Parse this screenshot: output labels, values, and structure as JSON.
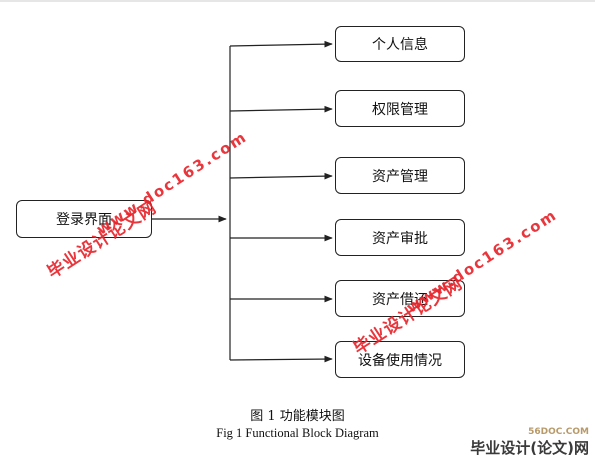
{
  "diagram": {
    "root": "登录界面",
    "modules": [
      "个人信息",
      "权限管理",
      "资产管理",
      "资产审批",
      "资产借还",
      "设备使用情况"
    ]
  },
  "caption": {
    "cn": "图 1  功能模块图",
    "en": "Fig 1 Functional Block Diagram"
  },
  "watermarks": {
    "site": "www.doc163.com",
    "name": "毕业设计论文网",
    "corner_site": "56DOC.COM",
    "corner_name": "毕业设计(论文)网"
  },
  "colors": {
    "watermark": "#e8252c",
    "line": "#222222",
    "corner_site": "#b89a6a"
  }
}
